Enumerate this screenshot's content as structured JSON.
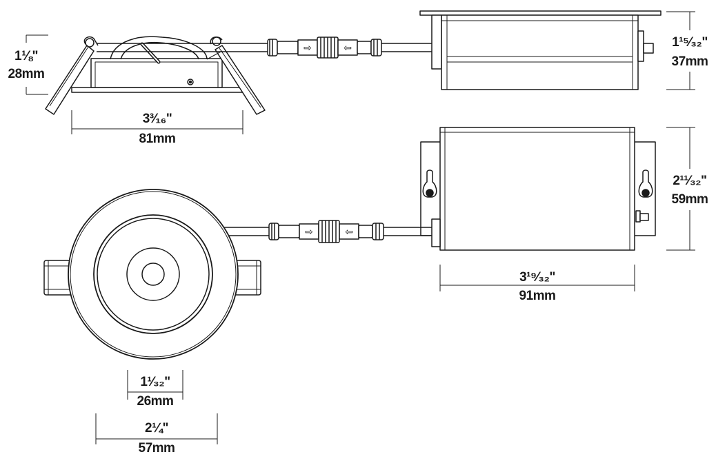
{
  "dimensions": {
    "fixture_height": {
      "imperial": "1⅛\"",
      "metric": "28mm"
    },
    "fixture_diameter": {
      "imperial": "3³⁄₁₆\"",
      "metric": "81mm"
    },
    "driver_height": {
      "imperial": "1¹⁵⁄₃₂\"",
      "metric": "37mm"
    },
    "driver_width": {
      "imperial": "2¹¹⁄₃₂\"",
      "metric": "59mm"
    },
    "driver_length": {
      "imperial": "3¹⁹⁄₃₂\"",
      "metric": "91mm"
    },
    "lens_diameter": {
      "imperial": "1¹⁄₃₂\"",
      "metric": "26mm"
    },
    "cutout_diameter": {
      "imperial": "2¼\"",
      "metric": "57mm"
    }
  },
  "colors": {
    "line": "#1a1a1a",
    "background": "#ffffff"
  }
}
